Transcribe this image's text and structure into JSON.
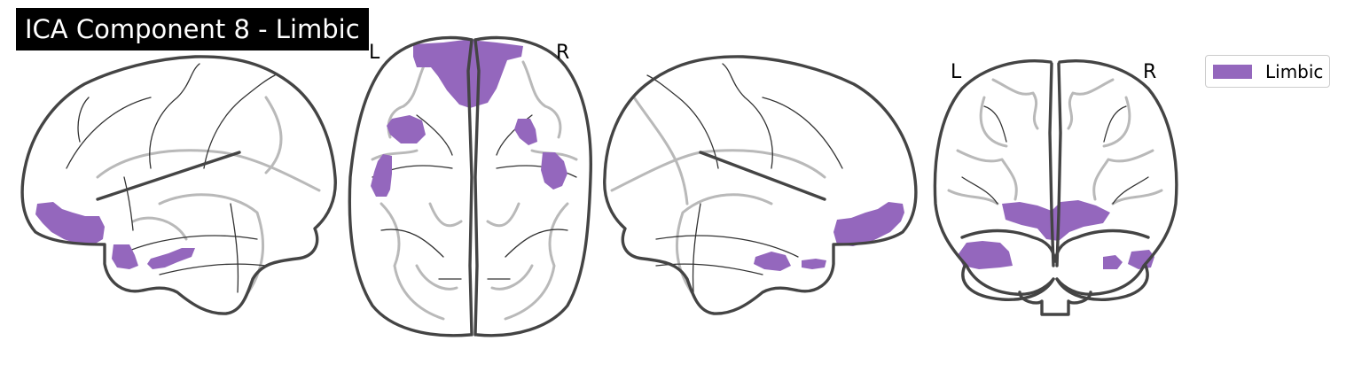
{
  "title": "ICA Component 8 - Limbic",
  "orientation_labels": {
    "axial_left": "L",
    "axial_right": "R",
    "coronal_left": "L",
    "coronal_right": "R"
  },
  "legend": {
    "label": "Limbic",
    "color": "#9467bd"
  },
  "colors": {
    "blob": "#9467bd",
    "outline": "#444444",
    "background": "#ffffff"
  }
}
